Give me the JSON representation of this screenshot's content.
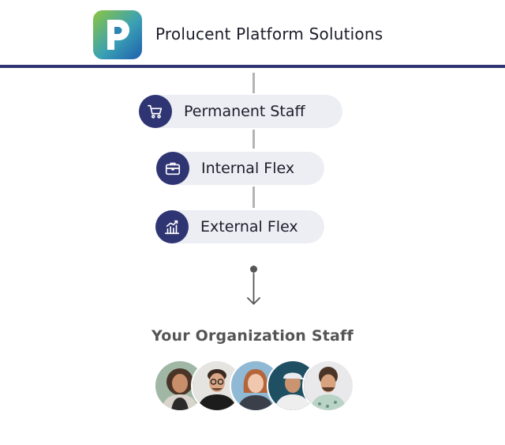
{
  "header": {
    "logo_icon": "prolucent-logo-icon",
    "brand_name": "Prolucent Platform Solutions",
    "accent_color": "#2f3573"
  },
  "flow": {
    "items": [
      {
        "label": "Permanent Staff",
        "icon": "shopping-cart-icon"
      },
      {
        "label": "Internal Flex",
        "icon": "briefcase-icon"
      },
      {
        "label": "External Flex",
        "icon": "growth-chart-icon"
      }
    ],
    "arrow_icon": "arrow-down-icon"
  },
  "organization": {
    "title": "Your Organization Staff",
    "avatars": [
      {
        "icon": "staff-avatar-woman-curly-hair"
      },
      {
        "icon": "staff-avatar-man-glasses"
      },
      {
        "icon": "staff-avatar-woman-red-hair"
      },
      {
        "icon": "staff-avatar-man-cap"
      },
      {
        "icon": "staff-avatar-man-curly-hair"
      }
    ]
  },
  "colors": {
    "primary": "#2f3573",
    "pill_background": "#eceef3",
    "connector": "#b3b3b3",
    "logo_green": "#7bc043",
    "logo_blue": "#1d6fb8"
  }
}
